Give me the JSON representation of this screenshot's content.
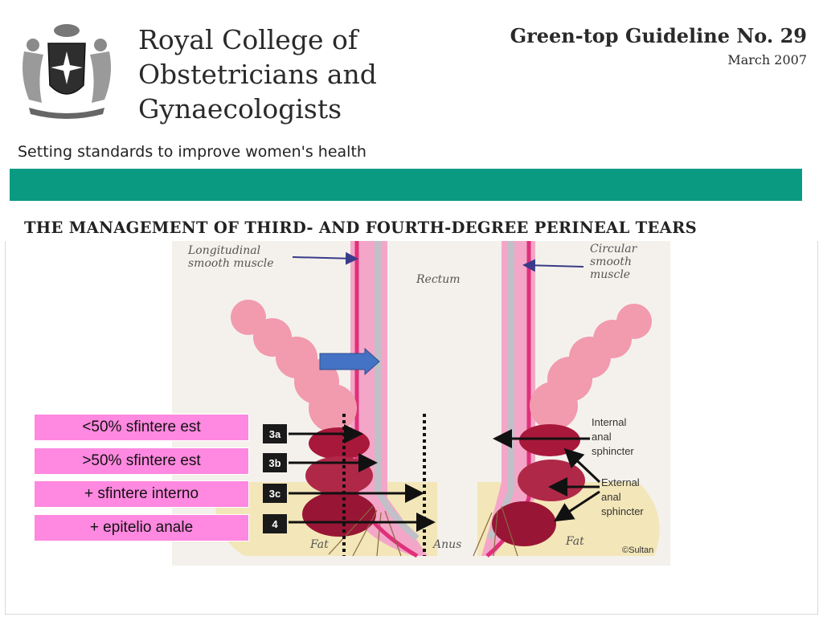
{
  "header": {
    "organization_lines": [
      "Royal College of",
      "Obstetricians and",
      "Gynaecologists"
    ],
    "tagline": "Setting standards to improve women's health",
    "guideline": "Green-top Guideline No. 29",
    "date": "March 2007",
    "title": "THE MANAGEMENT OF THIRD- AND FOURTH-DEGREE PERINEAL TEARS",
    "bar_color": "#0a9a82"
  },
  "diagram": {
    "labels": {
      "longitudinal": [
        "Longitudinal",
        "smooth muscle"
      ],
      "rectum": "Rectum",
      "circular": [
        "Circular",
        "smooth",
        "muscle"
      ],
      "internal": [
        "Internal",
        "anal",
        "sphincter"
      ],
      "external": [
        "External",
        "anal",
        "sphincter"
      ],
      "fat_left": "Fat",
      "fat_right": "Fat",
      "anus": "Anus",
      "copyright": "©Sultan"
    },
    "grade_tags": [
      "3a",
      "3b",
      "3c",
      "4"
    ]
  },
  "annotations": [
    "<50% sfintere est",
    ">50% sfintere est",
    "+ sfintere interno",
    "+ epitelio anale"
  ],
  "colors": {
    "annotation_box": "#ff88e0",
    "tag": "#1a1a1a",
    "pointer_arrow": "#4472c4"
  }
}
